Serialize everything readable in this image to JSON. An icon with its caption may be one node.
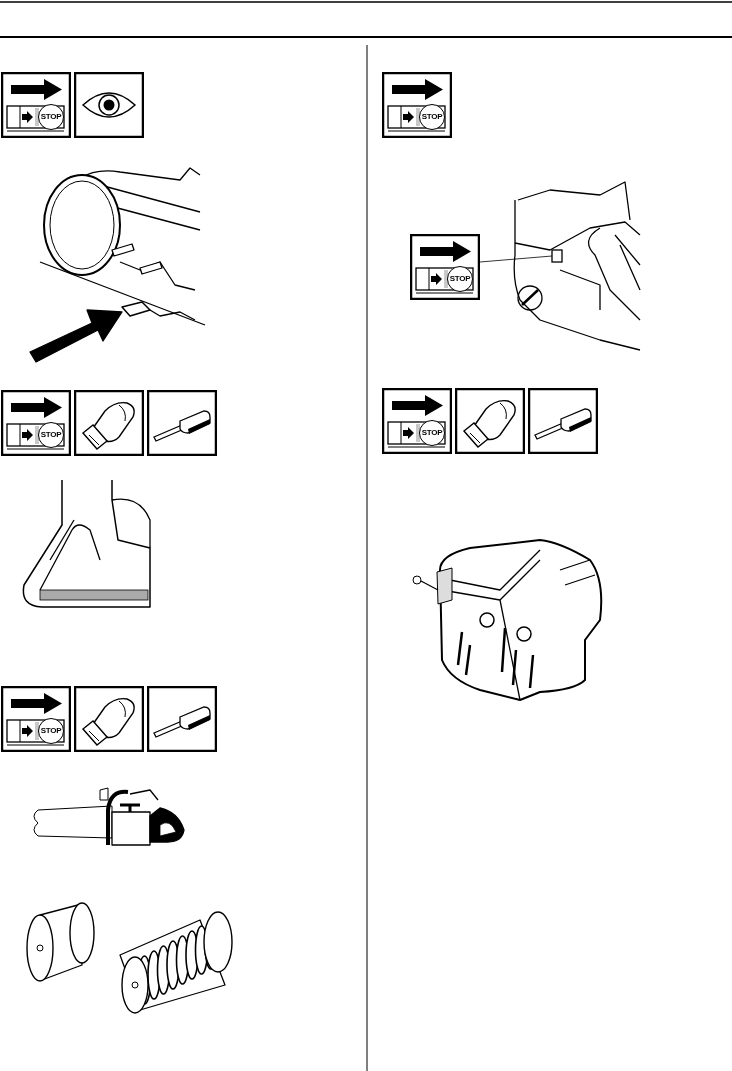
{
  "diagram": {
    "nodes": [
      {
        "text": [
          "STOP"
        ]
      },
      {
        "text": [],
        "shape": "box"
      }
    ],
    "edges": [
      {
        "from": 0,
        "to": 1,
        "arrow": "none"
      }
    ],
    "labels": [
      "STOP",
      "STOP",
      "STOP",
      "STOP",
      "STOP"
    ]
  }
}
